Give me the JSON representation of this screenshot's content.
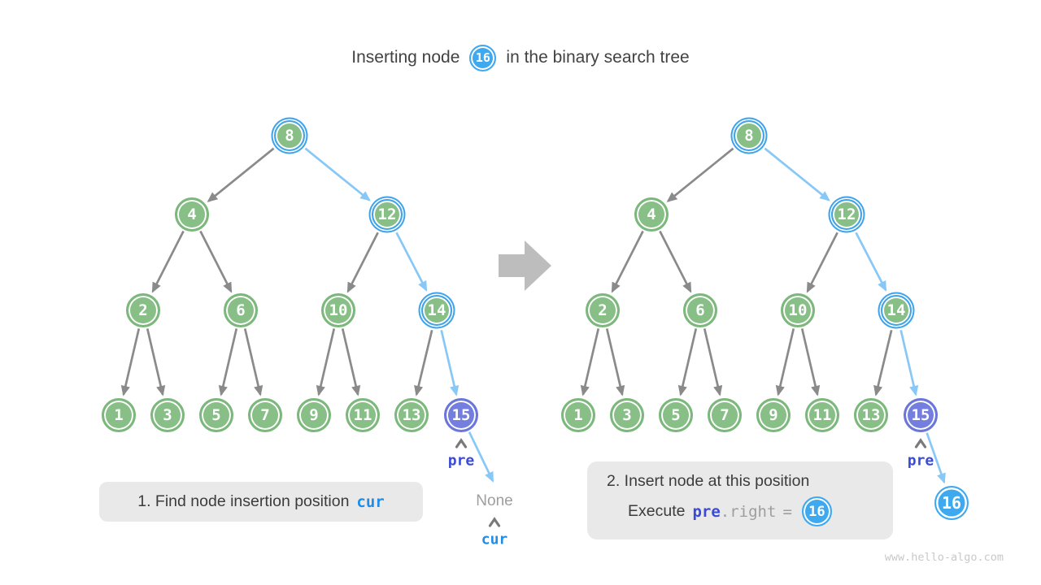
{
  "title": {
    "text_before": "Inserting node",
    "node": "16",
    "text_after": "in the binary search tree"
  },
  "watermark": "www.hello-algo.com",
  "colors": {
    "node_green": "#87BF87",
    "node_purple": "#737EDE",
    "node_blue": "#3FA9F0",
    "highlight_ring": "#3FA3EC",
    "edge_gray": "#8A8A8A",
    "edge_blue": "#88C8F7",
    "pre_text": "#3A4BD5",
    "cur_text": "#1F8DE8",
    "muted_text": "#9E9E9E",
    "caption_bg": "#E9E9E9",
    "big_arrow": "#BDBDBD"
  },
  "big_arrow_icon": "right-arrow",
  "trees": {
    "left": {
      "nodes": [
        {
          "v": "8",
          "type": "visited"
        },
        {
          "v": "4",
          "type": "normal"
        },
        {
          "v": "12",
          "type": "visited"
        },
        {
          "v": "2",
          "type": "normal"
        },
        {
          "v": "6",
          "type": "normal"
        },
        {
          "v": "10",
          "type": "normal"
        },
        {
          "v": "14",
          "type": "visited"
        },
        {
          "v": "1",
          "type": "normal"
        },
        {
          "v": "3",
          "type": "normal"
        },
        {
          "v": "5",
          "type": "normal"
        },
        {
          "v": "7",
          "type": "normal"
        },
        {
          "v": "9",
          "type": "normal"
        },
        {
          "v": "11",
          "type": "normal"
        },
        {
          "v": "13",
          "type": "normal"
        },
        {
          "v": "15",
          "type": "pre"
        }
      ],
      "edges": [
        {
          "from": "8",
          "to": "4",
          "style": "normal"
        },
        {
          "from": "8",
          "to": "12",
          "style": "visited"
        },
        {
          "from": "4",
          "to": "2",
          "style": "normal"
        },
        {
          "from": "4",
          "to": "6",
          "style": "normal"
        },
        {
          "from": "12",
          "to": "10",
          "style": "normal"
        },
        {
          "from": "12",
          "to": "14",
          "style": "visited"
        },
        {
          "from": "2",
          "to": "1",
          "style": "normal"
        },
        {
          "from": "2",
          "to": "3",
          "style": "normal"
        },
        {
          "from": "6",
          "to": "5",
          "style": "normal"
        },
        {
          "from": "6",
          "to": "7",
          "style": "normal"
        },
        {
          "from": "10",
          "to": "9",
          "style": "normal"
        },
        {
          "from": "10",
          "to": "11",
          "style": "normal"
        },
        {
          "from": "14",
          "to": "13",
          "style": "normal"
        },
        {
          "from": "14",
          "to": "15",
          "style": "visited"
        },
        {
          "from": "15",
          "to": "@none",
          "style": "visited"
        }
      ],
      "annotations": [
        {
          "id": "pre-left",
          "text": "pre",
          "style": "pre"
        },
        {
          "id": "none-left",
          "text": "None",
          "style": "muted"
        },
        {
          "id": "cur-left",
          "text": "cur",
          "style": "cur"
        }
      ]
    },
    "right": {
      "nodes": [
        {
          "v": "8",
          "type": "visited"
        },
        {
          "v": "4",
          "type": "normal"
        },
        {
          "v": "12",
          "type": "visited"
        },
        {
          "v": "2",
          "type": "normal"
        },
        {
          "v": "6",
          "type": "normal"
        },
        {
          "v": "10",
          "type": "normal"
        },
        {
          "v": "14",
          "type": "visited"
        },
        {
          "v": "1",
          "type": "normal"
        },
        {
          "v": "3",
          "type": "normal"
        },
        {
          "v": "5",
          "type": "normal"
        },
        {
          "v": "7",
          "type": "normal"
        },
        {
          "v": "9",
          "type": "normal"
        },
        {
          "v": "11",
          "type": "normal"
        },
        {
          "v": "13",
          "type": "normal"
        },
        {
          "v": "15",
          "type": "pre"
        },
        {
          "v": "16",
          "type": "new"
        }
      ],
      "edges": [
        {
          "from": "8",
          "to": "4",
          "style": "normal"
        },
        {
          "from": "8",
          "to": "12",
          "style": "visited"
        },
        {
          "from": "4",
          "to": "2",
          "style": "normal"
        },
        {
          "from": "4",
          "to": "6",
          "style": "normal"
        },
        {
          "from": "12",
          "to": "10",
          "style": "normal"
        },
        {
          "from": "12",
          "to": "14",
          "style": "visited"
        },
        {
          "from": "2",
          "to": "1",
          "style": "normal"
        },
        {
          "from": "2",
          "to": "3",
          "style": "normal"
        },
        {
          "from": "6",
          "to": "5",
          "style": "normal"
        },
        {
          "from": "6",
          "to": "7",
          "style": "normal"
        },
        {
          "from": "10",
          "to": "9",
          "style": "normal"
        },
        {
          "from": "10",
          "to": "11",
          "style": "normal"
        },
        {
          "from": "14",
          "to": "13",
          "style": "normal"
        },
        {
          "from": "14",
          "to": "15",
          "style": "visited"
        },
        {
          "from": "15",
          "to": "16",
          "style": "visited"
        }
      ],
      "annotations": [
        {
          "id": "pre-right",
          "text": "pre",
          "style": "pre"
        }
      ]
    }
  },
  "caption1": {
    "text": "1. Find node insertion position",
    "code": "cur"
  },
  "caption2": {
    "line1": "2. Insert node at this position",
    "word_execute": "Execute",
    "code_pre": "pre",
    "code_right": ".right",
    "equals": "=",
    "node": "16"
  }
}
